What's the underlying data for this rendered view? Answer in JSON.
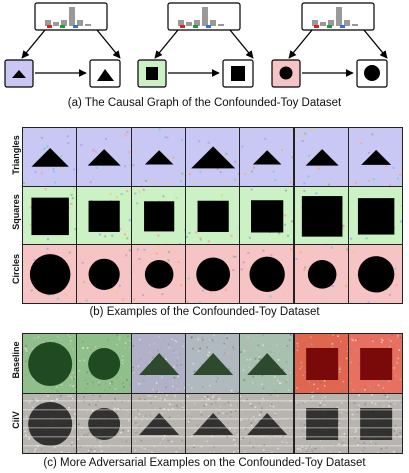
{
  "figure": {
    "captions": {
      "a": "(a) The Causal Graph of the Confounded-Toy Dataset",
      "b": "(b) Examples of the Confounded-Toy Dataset",
      "c": "(c) More Adversarial Examples on the Confounded-Toy Dataset"
    },
    "panel_b": {
      "row_labels": [
        "Triangles",
        "Squares",
        "Circles"
      ],
      "row_colors": [
        "#c9c8f4",
        "#cbf1c4",
        "#f6c4c4"
      ]
    },
    "panel_c": {
      "row_labels": [
        "Baseline",
        "CiiV"
      ]
    }
  }
}
